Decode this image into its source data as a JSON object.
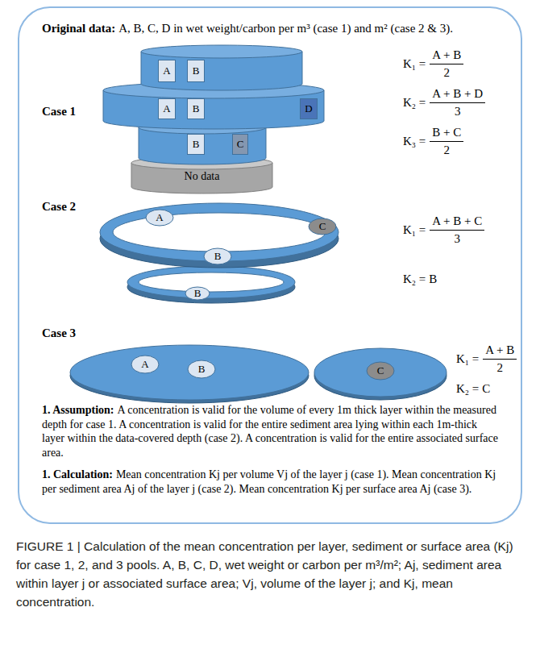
{
  "diagram": {
    "caption": "FIGURE 1 | Calculation of the mean concentration per layer, sediment or surface area (Kj) for case 1, 2, and 3 pools. A, B, C, D, wet weight or carbon per m³/m²; Aj, sediment area within layer j or associated surface area; Vj, volume of the layer j; and Kj, mean concentration.",
    "nodes": [
      {
        "text": [
          "Original data:",
          "A, B, C, D in wet weight/carbon per m³ (case 1) and m² (case 2 & 3).",
          "1. Assumption:",
          "A concentration is valid for the volume of every 1m thick layer within the measured depth for case 1. A concentration is valid for the entire sediment area lying within each 1m-thick layer within the data-covered depth (case 2). A concentration is valid for the entire associated surface area.",
          "1. Calculation:",
          "Mean concentration Kj per volume Vj of the layer j (case 1). Mean concentration Kj per sediment area Aj of the layer j (case 2). Mean concentration Kj per surface area Aj (case 3)."
        ]
      },
      {
        "text": [
          "A"
        ],
        "in": 0
      },
      {
        "text": [
          "B"
        ],
        "in": 0
      },
      {
        "text": [
          "A"
        ],
        "in": 0
      },
      {
        "text": [
          "B"
        ],
        "in": 0
      },
      {
        "text": [
          "D"
        ],
        "in": 0
      },
      {
        "text": [
          "B"
        ],
        "in": 0
      },
      {
        "text": [
          "C"
        ],
        "in": 0
      },
      {
        "text": [
          "No data"
        ],
        "in": 0
      },
      {
        "text": [
          "A"
        ],
        "in": 0
      },
      {
        "text": [
          "C"
        ],
        "in": 0
      },
      {
        "text": [
          "B"
        ],
        "in": 0
      },
      {
        "text": [
          "B"
        ],
        "in": 0
      },
      {
        "text": [
          "A"
        ],
        "in": 0
      },
      {
        "text": [
          "B"
        ],
        "in": 0
      },
      {
        "text": [
          "C"
        ],
        "in": 0
      }
    ],
    "labels": [
      "Case 1",
      "K₁ =",
      "A + B",
      "2",
      "K₂ =",
      "A + B + D",
      "3",
      "K₃ =",
      "B + C",
      "2",
      "Case 2",
      "K₁ =",
      "A + B + C",
      "3",
      "K₂ =",
      "B",
      "Case 3",
      "K₁ =",
      "A + B",
      "2",
      "K₂ =",
      "C"
    ]
  }
}
